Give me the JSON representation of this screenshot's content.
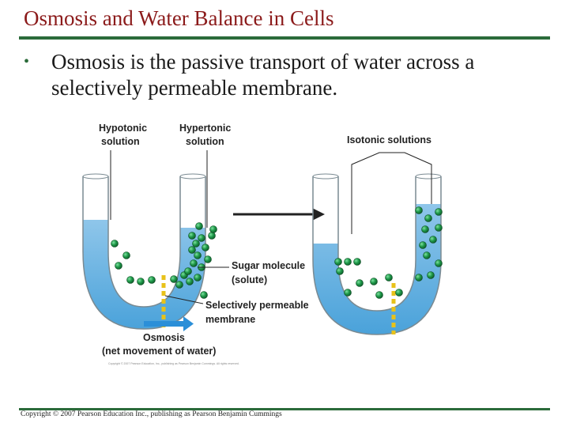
{
  "slide": {
    "title": "Osmosis and Water Balance in Cells",
    "bullets": [
      "Osmosis is the passive transport of water across a selectively permeable membrane."
    ],
    "footer": "Copyright © 2007 Pearson Education Inc., publishing as Pearson Benjamin Cummings"
  },
  "figure": {
    "hypotonic_label": [
      "Hypotonic",
      "solution"
    ],
    "hypertonic_label": [
      "Hypertonic",
      "solution"
    ],
    "isotonic_label": "Isotonic solutions",
    "sugar_label": [
      "Sugar molecule",
      "(solute)"
    ],
    "membrane_label": [
      "Selectively permeable",
      "membrane"
    ],
    "osmosis_label": [
      "Osmosis",
      "(net movement of water)"
    ],
    "figure_copyright": "Copyright © 2007 Pearson Education, Inc., publishing as Pearson Benjamin Cummings. All rights reserved.",
    "colors": {
      "water": "#5aaee0",
      "water_light": "#a9d4ef",
      "tube": "#7a8a92",
      "molecule": "#1f9a4a",
      "membrane": "#e8c21a",
      "arrow_osmosis": "#2b8fd8",
      "title": "#8b1a1a",
      "rule": "#2b6b3a"
    }
  }
}
